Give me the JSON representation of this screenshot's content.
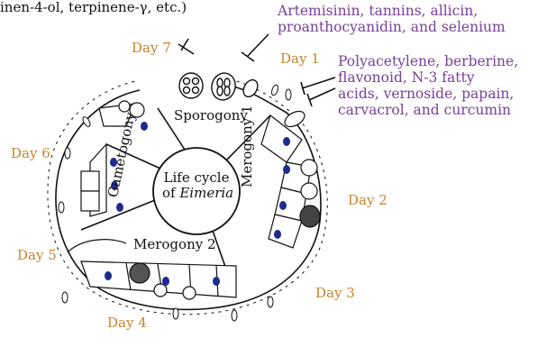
{
  "top_left_clipped": "inen-4-ol, terpinene-γ, etc.)",
  "drug_groups": {
    "top_right": [
      "Artemisinin, tannins, allicin,",
      "proanthocyanidin, and selenium"
    ],
    "right": [
      "Polyacetylene, berberine,",
      "flavonoid, N-3 fatty",
      "acids, vernoside, papain,",
      "carvacrol, and curcumin"
    ]
  },
  "days": [
    "Day 1",
    "Day 2",
    "Day 3",
    "Day 4",
    "Day 5",
    "Day 6",
    "Day 7"
  ],
  "center": {
    "line1": "Life cycle",
    "line2_prefix": "of ",
    "line2_italic": "Eimeria"
  },
  "stages": {
    "sporogony": "Sporogony",
    "merogony1": "Merogony 1",
    "merogony2": "Merogony 2",
    "gametogony": "Gametogony"
  },
  "colors": {
    "day_label": "#c8832a",
    "drug_label": "#7a3f9a",
    "nucleus": "#1e2a8c",
    "line": "#111111"
  }
}
